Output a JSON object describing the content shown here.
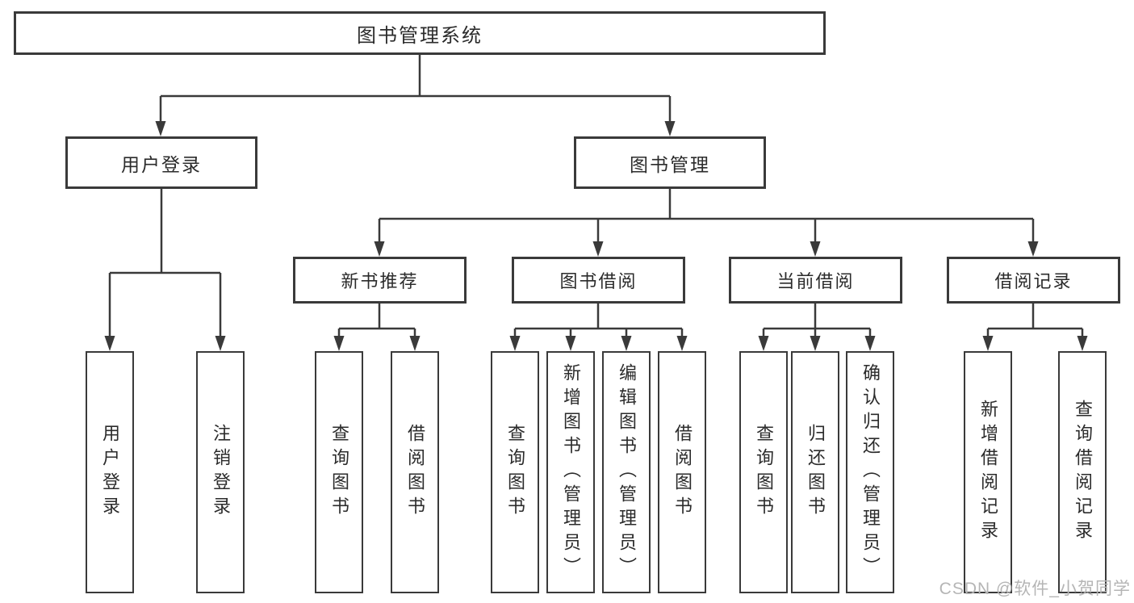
{
  "diagram": {
    "type": "tree",
    "title": "图书管理系统",
    "colors": {
      "line": "#3a3a3a",
      "box_border": "#3a3a3a",
      "box_fill": "#ffffff",
      "text": "#2b2b2b",
      "watermark": "#b5b5b5",
      "background": "#ffffff"
    },
    "root": {
      "label": "图书管理系统"
    },
    "level2": [
      {
        "id": "user-login",
        "label": "用户登录",
        "parent": "图书管理系统"
      },
      {
        "id": "book-management",
        "label": "图书管理",
        "parent": "图书管理系统"
      }
    ],
    "level3": [
      {
        "id": "new-book-recommend",
        "label": "新书推荐",
        "parent": "图书管理"
      },
      {
        "id": "book-borrowing",
        "label": "图书借阅",
        "parent": "图书管理"
      },
      {
        "id": "current-borrowing",
        "label": "当前借阅",
        "parent": "图书管理"
      },
      {
        "id": "borrowing-records",
        "label": "借阅记录",
        "parent": "图书管理"
      }
    ],
    "leaves": [
      {
        "id": "leaf-user-login",
        "label": "用户登录",
        "parent": "用户登录"
      },
      {
        "id": "leaf-logout",
        "label": "注销登录",
        "parent": "用户登录"
      },
      {
        "id": "leaf-query-books-rec",
        "label": "查询图书",
        "parent": "新书推荐"
      },
      {
        "id": "leaf-borrow-books-rec",
        "label": "借阅图书",
        "parent": "新书推荐"
      },
      {
        "id": "leaf-query-books-borrow",
        "label": "查询图书",
        "parent": "图书借阅"
      },
      {
        "id": "leaf-add-books-admin",
        "label": "新增图书（管理员）",
        "parent": "图书借阅"
      },
      {
        "id": "leaf-edit-books-admin",
        "label": "编辑图书（管理员）",
        "parent": "图书借阅"
      },
      {
        "id": "leaf-borrow-books",
        "label": "借阅图书",
        "parent": "图书借阅"
      },
      {
        "id": "leaf-query-books-current",
        "label": "查询图书",
        "parent": "当前借阅"
      },
      {
        "id": "leaf-return-books",
        "label": "归还图书",
        "parent": "当前借阅"
      },
      {
        "id": "leaf-confirm-return-admin",
        "label": "确认归还（管理员）",
        "parent": "当前借阅"
      },
      {
        "id": "leaf-add-borrow-record",
        "label": "新增借阅记录",
        "parent": "借阅记录"
      },
      {
        "id": "leaf-query-borrow-record",
        "label": "查询借阅记录",
        "parent": "借阅记录"
      }
    ],
    "watermark": "CSDN @软件_小贺同学"
  }
}
